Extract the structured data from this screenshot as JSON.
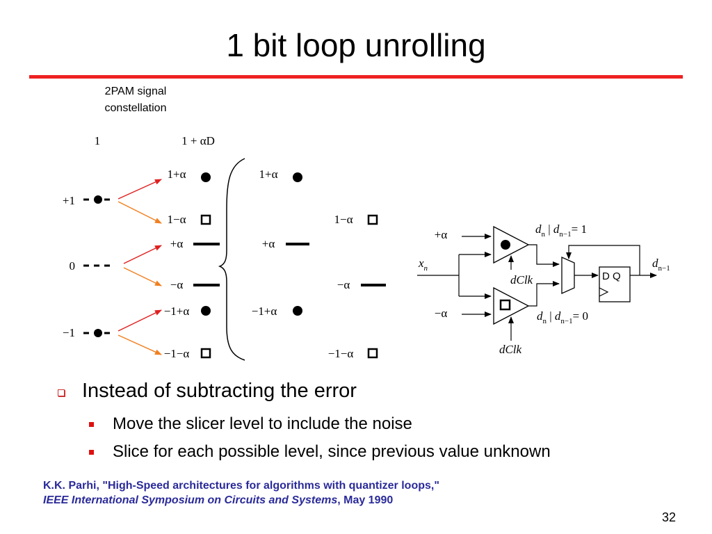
{
  "slide": {
    "title": "1 bit loop unrolling",
    "page_number": "32",
    "accent_color": "#ee2222"
  },
  "diagram": {
    "caption_line1": "2PAM signal",
    "caption_line2": "constellation",
    "col_header_1": "1",
    "col_header_2": "1 + αD",
    "input_levels": [
      "+1",
      "0",
      "−1"
    ],
    "col1_levels": [
      "1+α",
      "1−α",
      "+α",
      "−α",
      "−1+α",
      "−1−α"
    ],
    "col2_levels": [
      "1+α",
      "1−α",
      "+α",
      "−α",
      "−1+α",
      "−1−α"
    ],
    "arrow_upper_color": "#e02020",
    "arrow_lower_color": "#f08020"
  },
  "circuit": {
    "plus_alpha": "+α",
    "minus_alpha": "−α",
    "input_symbol": "x",
    "input_sub": "n",
    "output_symbol": "d",
    "output_sub": "n−1",
    "clk_label_1": "dClk",
    "clk_label_2": "dClk",
    "cond_top": "= 1",
    "cond_bottom": "= 0",
    "ff_label": "D  Q"
  },
  "bullets": {
    "main": "Instead of subtracting the error",
    "sub1": "Move the slicer level to include the noise",
    "sub2": "Slice for each possible level, since previous value unknown"
  },
  "reference": {
    "line1": "K.K. Parhi, \"High-Speed architectures for algorithms with quantizer loops,\"",
    "line2_italic": "IEEE International Symposium on Circuits and Systems",
    "line2_rest": ", May 1990"
  }
}
